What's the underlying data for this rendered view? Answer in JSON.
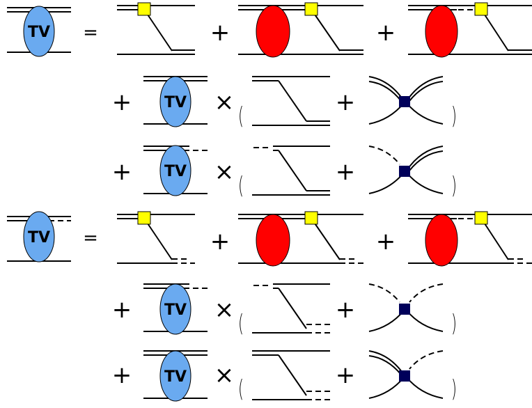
{
  "colors": {
    "tv_blob": "#6aaaf0",
    "red_blob": "#ff0000",
    "yellow_vertex": "#ffff00",
    "navy_vertex": "#00005a",
    "lines": "#000000"
  },
  "symbols": {
    "equals": "=",
    "plus": "+",
    "times": "×",
    "lparen": "(",
    "rparen": ")"
  },
  "tv_label": "TV",
  "equations": [
    {
      "lhs_outgoing": "double",
      "rows": [
        {
          "prefix": "=",
          "terms": [
            {
              "type": "yellow-vertex-exchange",
              "top_out": "double",
              "bottom_out": "double"
            },
            {
              "type": "red-blob-exchange",
              "top_out": "double",
              "bottom_out": "double"
            },
            {
              "type": "red-blob-exchange",
              "top_out": "dashed",
              "bottom_out": "double"
            }
          ]
        },
        {
          "prefix": "+",
          "tv_out": "double",
          "bracket_terms": [
            {
              "type": "exchange",
              "top_out": "double",
              "bottom_out": "double"
            },
            {
              "type": "navy-contact",
              "left_lines": "double",
              "right_lines": "double"
            }
          ]
        },
        {
          "prefix": "+",
          "tv_out": "dashed",
          "bracket_terms": [
            {
              "type": "exchange",
              "top_out": "dashed",
              "bottom_out": "double"
            },
            {
              "type": "navy-contact",
              "left_lines": "dashed",
              "right_lines": "double"
            }
          ]
        }
      ]
    },
    {
      "lhs_outgoing": "dashed",
      "rows": [
        {
          "prefix": "=",
          "terms": [
            {
              "type": "yellow-vertex-exchange",
              "top_out": "double",
              "bottom_out": "dashed"
            },
            {
              "type": "red-blob-exchange",
              "top_out": "double",
              "bottom_out": "dashed"
            },
            {
              "type": "red-blob-exchange",
              "top_out": "dashed",
              "bottom_out": "dashed"
            }
          ]
        },
        {
          "prefix": "+",
          "tv_out": "dashed",
          "bracket_terms": [
            {
              "type": "exchange",
              "top_out": "dashed",
              "bottom_out": "dashed"
            },
            {
              "type": "navy-contact",
              "left_lines": "dashed",
              "right_lines": "dashed"
            }
          ]
        },
        {
          "prefix": "+",
          "tv_out": "double",
          "bracket_terms": [
            {
              "type": "exchange",
              "top_out": "double",
              "bottom_out": "dashed"
            },
            {
              "type": "navy-contact",
              "left_lines": "double",
              "right_lines": "dashed"
            }
          ]
        }
      ]
    }
  ]
}
